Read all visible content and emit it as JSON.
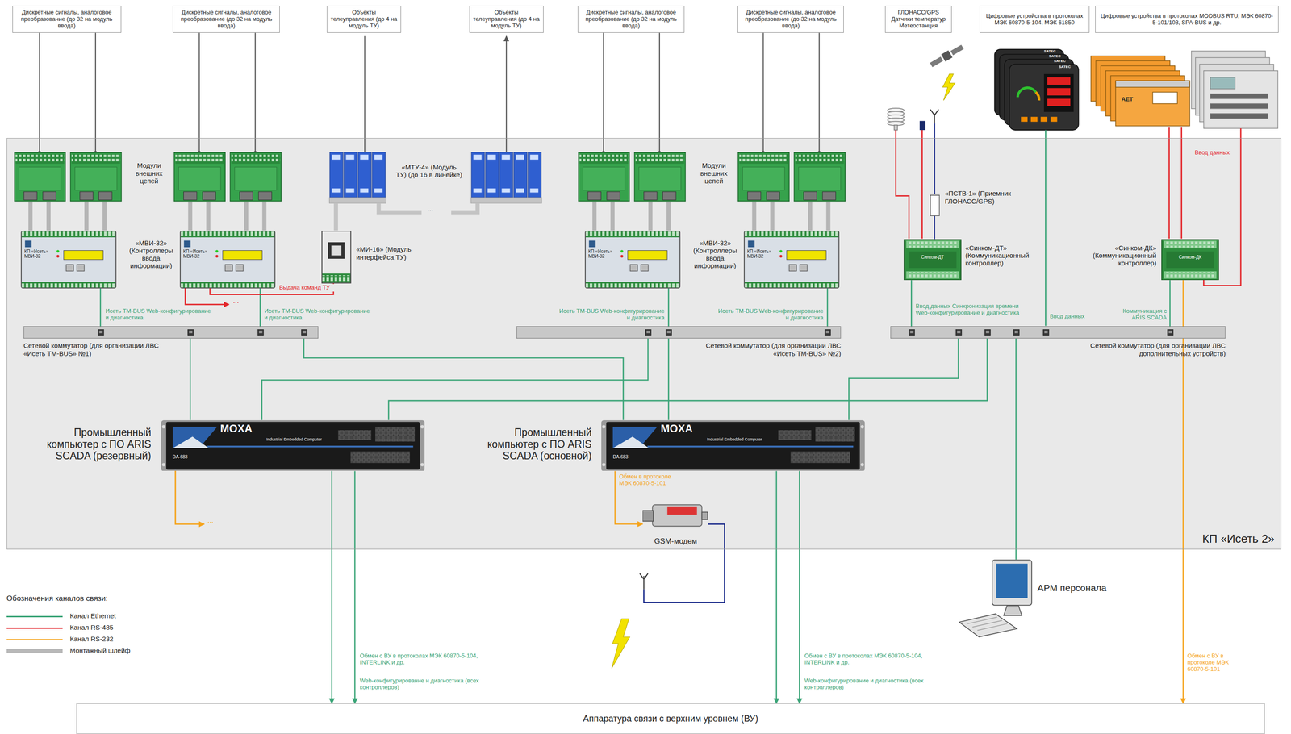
{
  "diagram": {
    "nodes": [
      {
        "text": [
          "Дискретные сигналы, аналоговое преобразование (до 32 на модуль ввода)"
        ]
      },
      {
        "text": [
          "Дискретные сигналы, аналоговое преобразование (до 32 на модуль ввода)"
        ]
      },
      {
        "text": [
          "Объекты телеуправления (до 4 на модуль ТУ)"
        ]
      },
      {
        "text": [
          "Объекты телеуправления (до 4 на модуль ТУ)"
        ]
      },
      {
        "text": [
          "Дискретные сигналы, аналоговое преобразование (до 32 на модуль ввода)"
        ]
      },
      {
        "text": [
          "Дискретные сигналы, аналоговое преобразование (до 32 на модуль ввода)"
        ]
      },
      {
        "text": [
          "ГЛОНАСС/GPS Датчики температур Метеостанция"
        ]
      },
      {
        "text": [
          "Цифровые устройства в протоколах МЭК 60870-5-104, МЭК 61850"
        ]
      },
      {
        "text": [
          "Цифровые устройства в протоколах MODBUS RTU, МЭК 60870-5-101/103, SPA-BUS и др."
        ]
      },
      {
        "text": [
          "КП «Исеть 2»"
        ]
      },
      {
        "text": [
          "КП «Исеть» МВИ-32",
          "«МВИ-32» (Контроллеры ввода информации)"
        ],
        "in": 9
      },
      {
        "text": [
          "КП «Исеть» МВИ-32"
        ],
        "in": 9
      },
      {
        "text": [
          "«МИ-16» (Модуль интерфейса ТУ)"
        ],
        "in": 9
      },
      {
        "text": [
          "КП «Исеть» МВИ-32",
          "«МВИ-32» (Контроллеры ввода информации)"
        ],
        "in": 9
      },
      {
        "text": [
          "КП «Исеть» МВИ-32"
        ],
        "in": 9
      },
      {
        "text": [
          "«ПСТВ-1» (Приемник ГЛОНАСС/GPS)"
        ],
        "in": 9
      },
      {
        "text": [
          "Синком-ДТ",
          "«Синком-ДТ» (Коммуникационный контроллер)"
        ],
        "in": 9
      },
      {
        "text": [
          "Синком-ДК",
          "«Синком-ДК» (Коммуникационный контроллер)"
        ],
        "in": 9
      },
      {
        "text": [
          "Сетевой коммутатор (для организации ЛВС «Исеть TM-BUS» №1)"
        ],
        "in": 9
      },
      {
        "text": [
          "Сетевой коммутатор (для организации ЛВС «Исеть TM-BUS» №2)"
        ],
        "in": 9
      },
      {
        "text": [
          "Сетевой коммутатор (для организации ЛВС дополнительных устройств)"
        ],
        "in": 9
      },
      {
        "text": [
          "Промышленный компьютер с ПО ARIS SCADA (резервный)",
          "MOXA",
          "Industrial Embedded Computer",
          "DA-683"
        ],
        "in": 9
      },
      {
        "text": [
          "Промышленный компьютер с ПО ARIS SCADA (основной)",
          "MOXA",
          "Industrial Embedded Computer",
          "DA-683"
        ],
        "in": 9
      },
      {
        "text": [
          "GSM-модем"
        ],
        "in": 9
      },
      {
        "text": [
          "АРМ персонала"
        ]
      },
      {
        "text": [
          "Аппаратура связи с верхним уровнем (ВУ)"
        ]
      }
    ],
    "edges": [
      {
        "from": 10,
        "to": 18,
        "arrow": "none",
        "label": "Исеть TM-BUS Web-конфигурирование и диагностика"
      },
      {
        "from": 11,
        "to": 18,
        "arrow": "none",
        "label": "Исеть TM-BUS Web-конфигурирование и диагностика"
      },
      {
        "from": 13,
        "to": 19,
        "arrow": "none",
        "label": "Исеть TM-BUS Web-конфигурирование и диагностика"
      },
      {
        "from": 14,
        "to": 19,
        "arrow": "none",
        "label": "Исеть TM-BUS Web-конфигурирование и диагностика"
      },
      {
        "from": 18,
        "to": 21,
        "arrow": "none"
      },
      {
        "from": 18,
        "to": 22,
        "arrow": "none"
      },
      {
        "from": 19,
        "to": 21,
        "arrow": "none"
      },
      {
        "from": 19,
        "to": 22,
        "arrow": "none"
      },
      {
        "from": 20,
        "to": 21,
        "arrow": "none"
      },
      {
        "from": 20,
        "to": 22,
        "arrow": "none"
      },
      {
        "from": 20,
        "to": 24,
        "arrow": "none"
      },
      {
        "from": 16,
        "to": 20,
        "arrow": "none",
        "label": "Ввод данных Синхронизация времени Web-конфигурирование и диагностика"
      },
      {
        "from": 17,
        "to": 20,
        "arrow": "none",
        "label": "Коммуникация с ARIS SCADA"
      },
      {
        "from": 15,
        "to": 16,
        "arrow": "none"
      },
      {
        "from": 11,
        "to": 12,
        "arrow": "to",
        "label": "Выдача команд ТУ"
      },
      {
        "from": 22,
        "to": 23,
        "arrow": "to",
        "label": "Обмен в протоколе МЭК 60870-5-101"
      },
      {
        "from": 21,
        "to": 25,
        "arrow": "to",
        "label": "Обмен с ВУ в протоколах МЭК 60870-5-104, INTERLINK и др."
      },
      {
        "from": 21,
        "to": 25,
        "arrow": "to",
        "label": "Web-конфигурирование и диагностика (всех контроллеров)"
      },
      {
        "from": 22,
        "to": 25,
        "arrow": "to",
        "label": "Обмен с ВУ в протоколах МЭК 60870-5-104, INTERLINK и др."
      },
      {
        "from": 22,
        "to": 25,
        "arrow": "to",
        "label": "Web-конфигурирование и диагностика (всех контроллеров)"
      },
      {
        "from": 17,
        "to": 25,
        "arrow": "to",
        "label": "Обмен с ВУ в протоколе МЭК 60870-5-101"
      }
    ],
    "labels": [
      "Модули внешних цепей",
      "Модули внешних цепей",
      "«МТУ-4» (Модуль ТУ) (до 16 в линейке)",
      "...",
      "...",
      "...",
      "Ввод данных",
      "Ввод данных",
      "SATEC",
      "SATEC",
      "SATEC",
      "SATEC",
      "AET",
      "Обозначения каналов связи:"
    ],
    "legend": [
      {
        "text": "Канал Ethernet",
        "color": "#3aa477"
      },
      {
        "text": "Канал RS-485",
        "color": "#e3262b"
      },
      {
        "text": "Канал RS-232",
        "color": "#f5a31a"
      },
      {
        "text": "Монтажный шлейф",
        "color": "#b8b8b8"
      }
    ]
  }
}
